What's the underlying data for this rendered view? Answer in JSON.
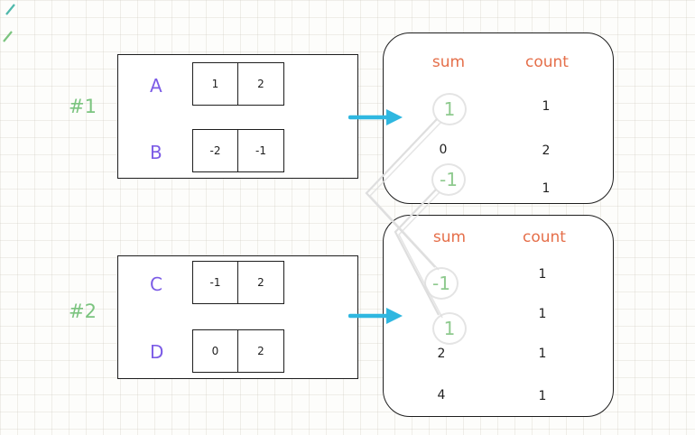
{
  "colors": {
    "group_label_green": "#7bc47f",
    "array_letter_purple": "#7c5ce6",
    "result_header_orange": "#e56f4a",
    "highlighted_sum_green": "#8fca8f",
    "arrow_cyan": "#2fb7e0",
    "connector_gray": "#dedede",
    "text_black": "#1e1e1e"
  },
  "groups": [
    {
      "label": "#1",
      "arrays": [
        {
          "letter": "A",
          "cells": [
            "1",
            "2"
          ]
        },
        {
          "letter": "B",
          "cells": [
            "-2",
            "-1"
          ]
        }
      ],
      "result": {
        "sum_header": "sum",
        "count_header": "count",
        "rows": [
          {
            "sum": "1",
            "count": "1",
            "highlighted": true
          },
          {
            "sum": "0",
            "count": "2",
            "highlighted": false
          },
          {
            "sum": "-1",
            "count": "1",
            "highlighted": true
          }
        ]
      }
    },
    {
      "label": "#2",
      "arrays": [
        {
          "letter": "C",
          "cells": [
            "-1",
            "2"
          ]
        },
        {
          "letter": "D",
          "cells": [
            "0",
            "2"
          ]
        }
      ],
      "result": {
        "sum_header": "sum",
        "count_header": "count",
        "rows": [
          {
            "sum": "-1",
            "count": "1",
            "highlighted": true
          },
          {
            "sum": "1",
            "count": "1",
            "highlighted": true
          },
          {
            "sum": "2",
            "count": "1",
            "highlighted": false
          },
          {
            "sum": "4",
            "count": "1",
            "highlighted": false
          }
        ]
      }
    }
  ]
}
